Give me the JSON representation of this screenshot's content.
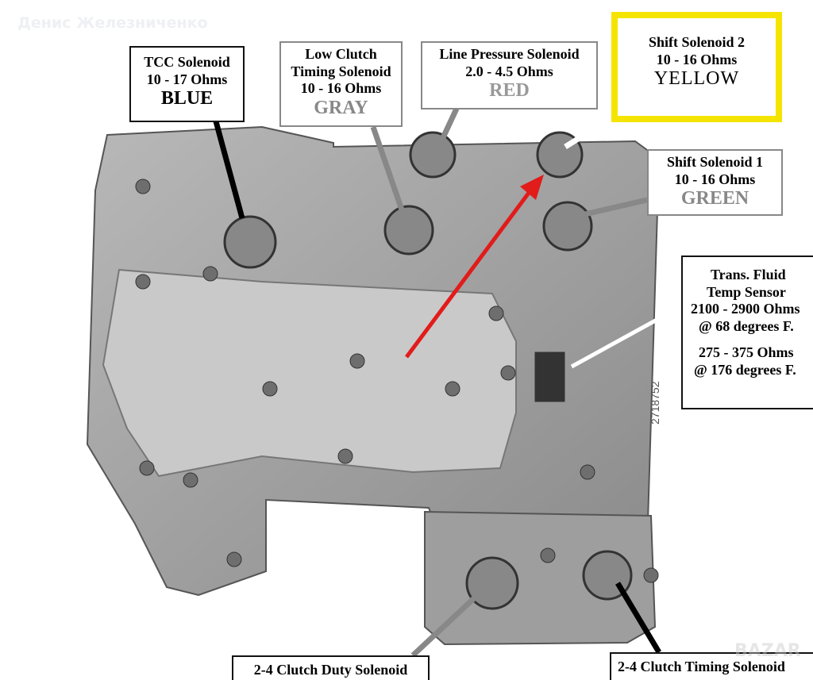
{
  "watermark": "Денис Железниченко",
  "corner_watermark": "BAZAR",
  "labels": {
    "tcc": {
      "name": "TCC Solenoid",
      "ohms": "10 - 17 Ohms",
      "color": "BLUE"
    },
    "low_clutch": {
      "name1": "Low Clutch",
      "name2": "Timing Solenoid",
      "ohms": "10 - 16 Ohms",
      "color": "GRAY"
    },
    "line_pressure": {
      "name": "Line Pressure Solenoid",
      "ohms": "2.0 - 4.5 Ohms",
      "color": "RED"
    },
    "shift2": {
      "name": "Shift Solenoid 2",
      "ohms": "10 - 16 Ohms",
      "color": "YELLOW"
    },
    "shift1": {
      "name": "Shift Solenoid 1",
      "ohms": "10 - 16 Ohms",
      "color": "GREEN"
    },
    "temp": {
      "name1": "Trans. Fluid",
      "name2": "Temp Sensor",
      "ohms1": "2100 - 2900 Ohms",
      "temp1": "@ 68 degrees F.",
      "ohms2": "275 - 375 Ohms",
      "temp2": "@ 176 degrees F."
    },
    "duty": {
      "name": "2-4 Clutch Duty Solenoid"
    },
    "timing": {
      "name": "2-4 Clutch Timing Solenoid"
    }
  },
  "part_number": "2718752",
  "colors": {
    "red_arrow": "#e21b1b",
    "yellow": "#f5e400",
    "gray_label": "#888888"
  }
}
